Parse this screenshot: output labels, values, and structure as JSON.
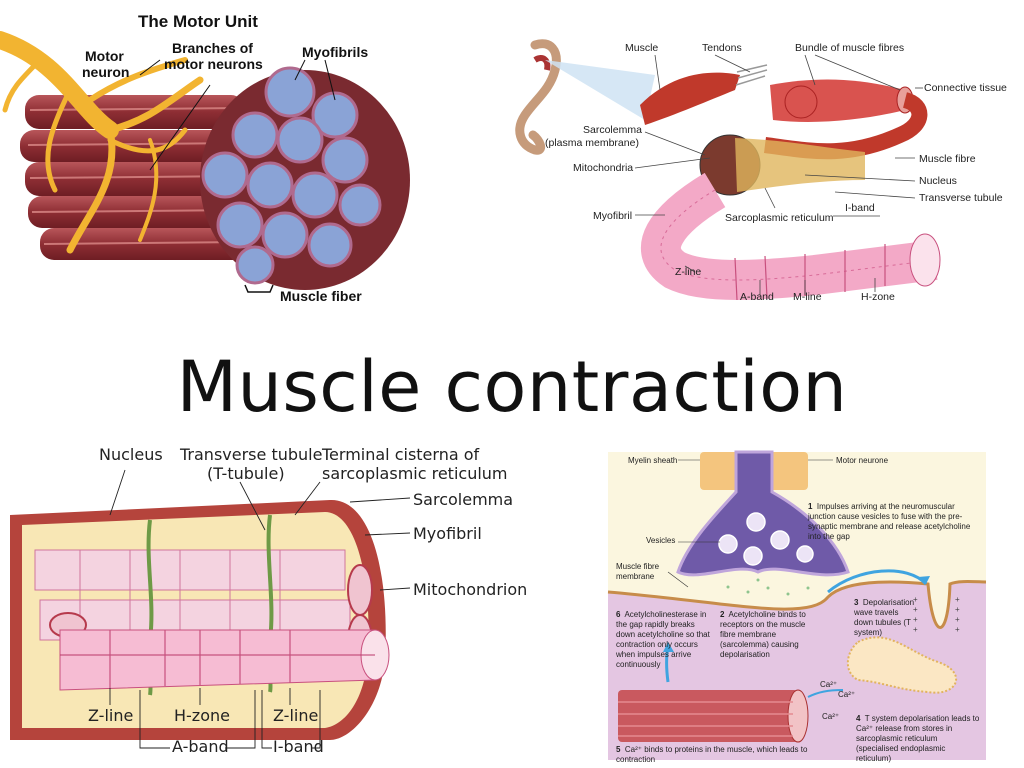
{
  "slide": {
    "title": "Muscle contraction"
  },
  "motor_unit": {
    "title": "The Motor Unit",
    "labels": {
      "motor_neuron": "Motor\nneuron",
      "motor_neuron_l1": "Motor",
      "motor_neuron_l2": "neuron",
      "branches_l1": "Branches of",
      "branches_l2": "motor neurons",
      "myofibrils": "Myofibrils",
      "muscle_fiber": "Muscle fiber"
    }
  },
  "muscle_structure": {
    "labels": {
      "muscle": "Muscle",
      "tendons": "Tendons",
      "bundle": "Bundle of muscle fibres",
      "connective_tissue": "Connective tissue",
      "sarcolemma_l1": "Sarcolemma",
      "sarcolemma_l2": "(plasma membrane)",
      "mitochondria": "Mitochondria",
      "muscle_fibre": "Muscle fibre",
      "nucleus": "Nucleus",
      "transverse_tubule": "Transverse tubule",
      "myofibril": "Myofibril",
      "sarcoplasmic_reticulum": "Sarcoplasmic reticulum",
      "i_band": "I-band",
      "z_line": "Z-line",
      "a_band": "A-band",
      "m_line": "M-line",
      "h_zone": "H-zone"
    }
  },
  "fibre_detail": {
    "labels": {
      "nucleus": "Nucleus",
      "t_tubule_l1": "Transverse tubule",
      "t_tubule_l2": "(T-tubule)",
      "cisterna_l1": "Terminal cisterna of",
      "cisterna_l2": "sarcoplasmic reticulum",
      "sarcolemma": "Sarcolemma",
      "myofibril": "Myofibril",
      "mitochondrion": "Mitochondrion",
      "z_line_left": "Z-line",
      "h_zone": "H-zone",
      "z_line_right": "Z-line",
      "a_band": "A-band",
      "i_band": "I-band"
    }
  },
  "nmj": {
    "labels": {
      "myelin_sheath": "Myelin sheath",
      "motor_neurone": "Motor neurone",
      "vesicles": "Vesicles",
      "muscle_fibre_membrane_l1": "Muscle fibre",
      "muscle_fibre_membrane_l2": "membrane",
      "ca1": "Ca²⁺",
      "ca2": "Ca²⁺",
      "ca3": "Ca²⁺"
    },
    "steps": [
      {
        "num": "1",
        "text": "Impulses arriving at the neuromuscular junction cause vesicles to fuse with the pre-synaptic membrane and release acetylcholine into the gap"
      },
      {
        "num": "2",
        "text": "Acetylcholine binds to receptors on the muscle fibre membrane (sarcolemma) causing depolarisation"
      },
      {
        "num": "3",
        "text": "Depolarisation wave travels down tubules (T system)"
      },
      {
        "num": "4",
        "text": "T system depolarisation leads to Ca²⁺ release from stores in sarcoplasmic reticulum (specialised endoplasmic reticulum)"
      },
      {
        "num": "5",
        "text": "Ca²⁺ binds to proteins in the muscle, which leads to contraction"
      },
      {
        "num": "6",
        "text": "Acetylcholinesterase in the gap rapidly breaks down acetylcholine so that contraction only occurs when impulses arrive continuously"
      }
    ]
  }
}
